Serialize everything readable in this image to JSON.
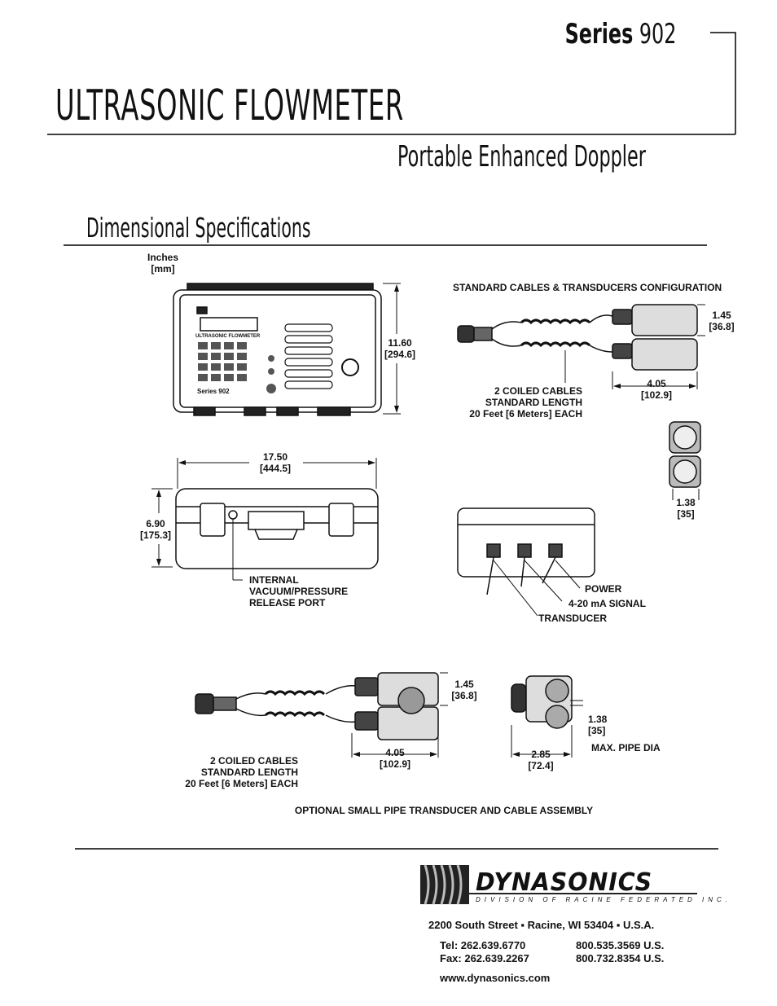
{
  "header": {
    "series_word": "Series",
    "series_number": "902",
    "title": "ULTRASONIC FLOWMETER",
    "subtitle": "Portable Enhanced Doppler",
    "section_title": "Dimensional Specifications"
  },
  "units": {
    "line1": "Inches",
    "line2": "[mm]"
  },
  "device_front": {
    "panel_title": "ULTRASONIC FLOWMETER",
    "model": "Series 902",
    "height_in": "11.60",
    "height_mm": "[294.6]"
  },
  "device_side": {
    "width_in": "17.50",
    "width_mm": "[444.5]",
    "height_in": "6.90",
    "height_mm": "[175.3]",
    "port_label": [
      "INTERNAL",
      "VACUUM/PRESSURE",
      "RELEASE PORT"
    ]
  },
  "standard_config": {
    "heading": "STANDARD CABLES & TRANSDUCERS CONFIGURATION",
    "height_in": "1.45",
    "height_mm": "[36.8]",
    "width_in": "4.05",
    "width_mm": "[102.9]",
    "cable_label": [
      "2 COILED CABLES",
      "STANDARD LENGTH",
      "20 Feet [6 Meters] EACH"
    ],
    "face_in": "1.38",
    "face_mm": "[35]"
  },
  "connectors": {
    "power": "POWER",
    "signal": "4-20 mA SIGNAL",
    "transducer": "TRANSDUCER"
  },
  "optional_assembly": {
    "height_in": "1.45",
    "height_mm": "[36.8]",
    "width_in": "4.05",
    "width_mm": "[102.9]",
    "cable_label": [
      "2 COILED CABLES",
      "STANDARD LENGTH",
      "20 Feet [6 Meters] EACH"
    ],
    "pipe_in": "1.38",
    "pipe_mm": "[35]",
    "pipe_label": "MAX. PIPE DIA",
    "depth_in": "2.85",
    "depth_mm": "[72.4]",
    "caption": "OPTIONAL SMALL PIPE TRANSDUCER AND CABLE ASSEMBLY"
  },
  "company": {
    "logo": "DYNASONICS",
    "division": "DIVISION OF RACINE FEDERATED INC.",
    "address": "2200 South Street ▪ Racine, WI 53404 ▪ U.S.A.",
    "tel": "Tel:  262.639.6770",
    "tel_tollfree": "800.535.3569  U.S.",
    "fax": "Fax: 262.639.2267",
    "fax_tollfree": "800.732.8354  U.S.",
    "web": "www.dynasonics.com"
  }
}
